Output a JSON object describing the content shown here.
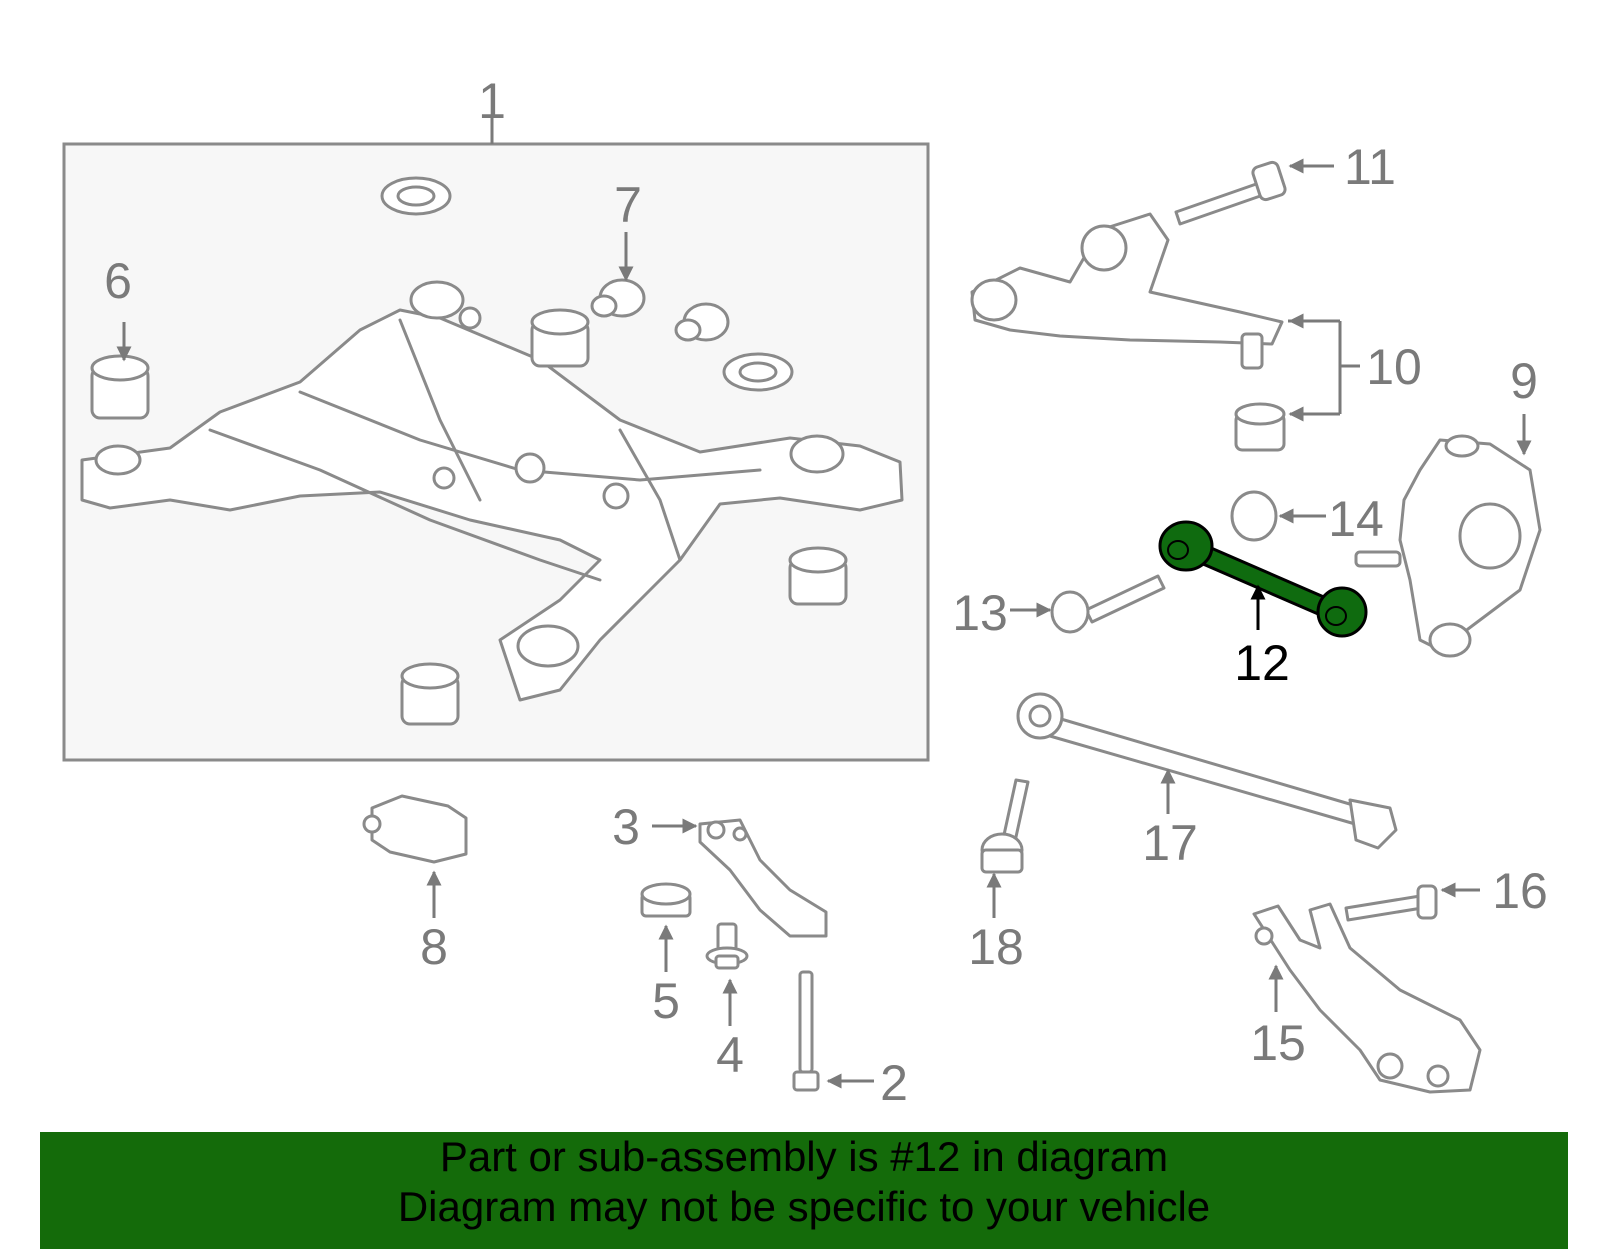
{
  "callouts": {
    "c1": "1",
    "c2": "2",
    "c3": "3",
    "c4": "4",
    "c5": "5",
    "c6": "6",
    "c7": "7",
    "c8": "8",
    "c9": "9",
    "c10": "10",
    "c11": "11",
    "c12": "12",
    "c13": "13",
    "c14": "14",
    "c15": "15",
    "c16": "16",
    "c17": "17",
    "c18": "18"
  },
  "highlight_part": "12",
  "banner": {
    "line1": "Part or sub-assembly is #12 in diagram",
    "line2": "Diagram may not be specific to your vehicle"
  },
  "colors": {
    "banner_bg": "#146b0a",
    "highlight": "#0f6b0f",
    "line_gray": "#8a8a8a",
    "box_bg": "#f7f7f7"
  }
}
